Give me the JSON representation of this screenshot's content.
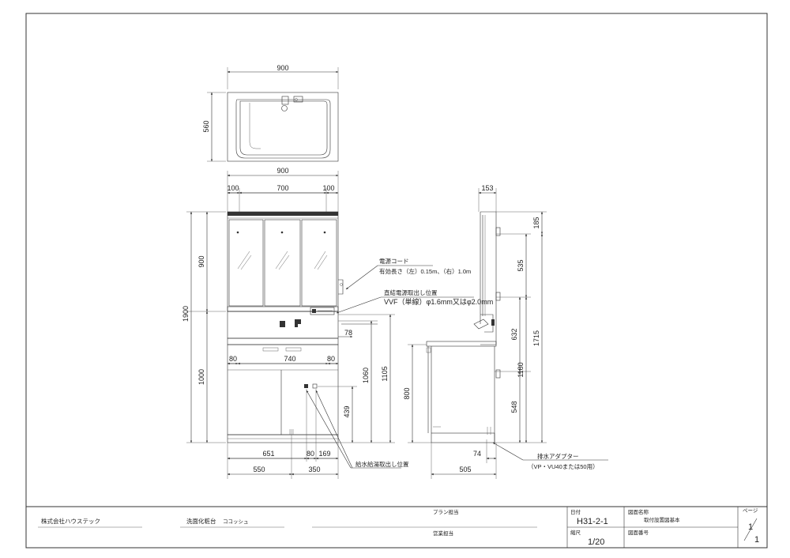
{
  "top_view": {
    "width_dim": "900",
    "depth_dim": "560"
  },
  "front_view": {
    "overall_width": "900",
    "mirror_segments": [
      "100",
      "700",
      "100"
    ],
    "height_mirror": "900",
    "height_total": "1900",
    "height_base": "1000",
    "cabinet_segments": [
      "80",
      "740",
      "80"
    ],
    "offset_78": "78",
    "h_1060": "1060",
    "h_1105": "1105",
    "h_439": "439",
    "bottom_651": "651",
    "bottom_80": "80",
    "bottom_169": "169",
    "bottom_550": "550",
    "bottom_350": "350"
  },
  "side_view": {
    "top_153": "153",
    "h_185": "185",
    "h_535": "535",
    "h_632": "632",
    "h_1180": "1180",
    "h_1715": "1715",
    "h_548": "548",
    "h_800": "800",
    "bottom_74": "74",
    "bottom_505": "505"
  },
  "notes": {
    "power_cord_title": "電源コード",
    "power_cord_detail": "有効長さ（左）0.15m、（右）1.0m",
    "direct_power_title": "直結電源取出し位置",
    "direct_power_detail": "VVF（単線）φ1.6mm又はφ2.0mm",
    "water_supply": "給水給湯取出し位置",
    "drain_adapter": "排水アダプター",
    "drain_adapter_detail": "（VP・VU40または50用）"
  },
  "title_block": {
    "company": "株式会社ハウステック",
    "product_label": "洗面化粧台",
    "product_name": "ココッシュ",
    "plan_label": "プラン担当",
    "sales_label": "営業担当",
    "date_label": "日付",
    "date_value": "H31-2-1",
    "scale_label": "縮尺",
    "scale_value": "1/20",
    "drawing_name_label": "図面名称",
    "drawing_name_value": "取付設置図基本",
    "drawing_no_label": "図面番号",
    "page_label": "ページ",
    "page_num": "1",
    "page_total": "1"
  }
}
